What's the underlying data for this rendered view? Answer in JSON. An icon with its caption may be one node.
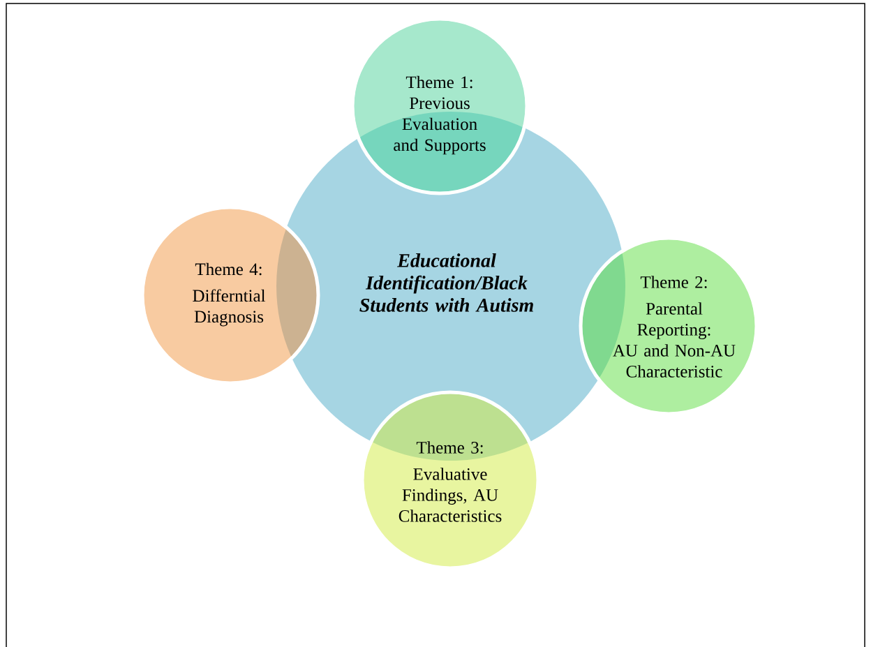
{
  "diagram": {
    "nodes": [
      {
        "text": [
          "Educational Identification/Black Students with Autism"
        ]
      },
      {
        "text": [
          "Theme 1:",
          "Previous Evaluation and Supports"
        ]
      },
      {
        "text": [
          "Theme 2:",
          "Parental Reporting: AU and Non-AU Characteristic"
        ]
      },
      {
        "text": [
          "Theme 3:",
          "Evaluative Findings, AU Characteristics"
        ]
      },
      {
        "text": [
          "Theme 4:",
          "Differntial Diagnosis"
        ]
      }
    ]
  }
}
